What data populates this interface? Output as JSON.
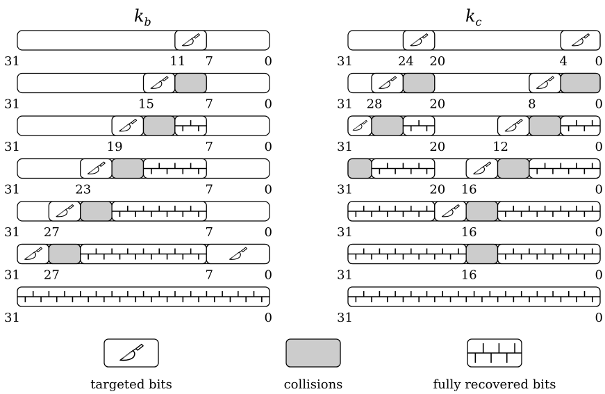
{
  "titles": {
    "left_main": "k",
    "left_sub": "b",
    "right_main": "k",
    "right_sub": "c"
  },
  "legend": {
    "targeted": "targeted bits",
    "collisions": "collisions",
    "recovered": "fully recovered bits"
  },
  "colors": {
    "collision_fill": "#cccccc",
    "stroke": "#000000",
    "background": "#ffffff"
  },
  "panels": [
    {
      "id": "kb",
      "rows": [
        {
          "blocks": [
            {
              "type": "targeted",
              "hi": 11,
              "lo": 7
            }
          ],
          "labels": [
            {
              "text": "31",
              "bit": 31
            },
            {
              "text": "11",
              "bit": 11
            },
            {
              "text": "7",
              "bit": 7
            },
            {
              "text": "0",
              "bit": 0
            }
          ]
        },
        {
          "blocks": [
            {
              "type": "targeted",
              "hi": 15,
              "lo": 11
            },
            {
              "type": "collision",
              "hi": 11,
              "lo": 7
            }
          ],
          "labels": [
            {
              "text": "31",
              "bit": 31
            },
            {
              "text": "15",
              "bit": 15
            },
            {
              "text": "7",
              "bit": 7
            },
            {
              "text": "0",
              "bit": 0
            }
          ]
        },
        {
          "blocks": [
            {
              "type": "targeted",
              "hi": 19,
              "lo": 15
            },
            {
              "type": "collision",
              "hi": 15,
              "lo": 11
            },
            {
              "type": "recovered",
              "hi": 11,
              "lo": 7
            }
          ],
          "labels": [
            {
              "text": "31",
              "bit": 31
            },
            {
              "text": "19",
              "bit": 19
            },
            {
              "text": "7",
              "bit": 7
            },
            {
              "text": "0",
              "bit": 0
            }
          ]
        },
        {
          "blocks": [
            {
              "type": "targeted",
              "hi": 23,
              "lo": 19
            },
            {
              "type": "collision",
              "hi": 19,
              "lo": 15
            },
            {
              "type": "recovered",
              "hi": 15,
              "lo": 7
            }
          ],
          "labels": [
            {
              "text": "31",
              "bit": 31
            },
            {
              "text": "23",
              "bit": 23
            },
            {
              "text": "7",
              "bit": 7
            },
            {
              "text": "0",
              "bit": 0
            }
          ]
        },
        {
          "blocks": [
            {
              "type": "targeted",
              "hi": 27,
              "lo": 23
            },
            {
              "type": "collision",
              "hi": 23,
              "lo": 19
            },
            {
              "type": "recovered",
              "hi": 19,
              "lo": 7
            }
          ],
          "labels": [
            {
              "text": "31",
              "bit": 31
            },
            {
              "text": "27",
              "bit": 27
            },
            {
              "text": "7",
              "bit": 7
            },
            {
              "text": "0",
              "bit": 0
            }
          ]
        },
        {
          "blocks": [
            {
              "type": "targeted",
              "hi": 31,
              "lo": 27
            },
            {
              "type": "collision",
              "hi": 27,
              "lo": 23
            },
            {
              "type": "recovered",
              "hi": 23,
              "lo": 7
            },
            {
              "type": "targeted",
              "hi": 7,
              "lo": 0
            }
          ],
          "labels": [
            {
              "text": "31",
              "bit": 31
            },
            {
              "text": "27",
              "bit": 27
            },
            {
              "text": "7",
              "bit": 7
            },
            {
              "text": "0",
              "bit": 0
            }
          ]
        },
        {
          "blocks": [
            {
              "type": "recovered",
              "hi": 31,
              "lo": 0
            }
          ],
          "labels": [
            {
              "text": "31",
              "bit": 31
            },
            {
              "text": "0",
              "bit": 0
            }
          ]
        }
      ]
    },
    {
      "id": "kc",
      "rows": [
        {
          "blocks": [
            {
              "type": "targeted",
              "hi": 24,
              "lo": 20
            },
            {
              "type": "targeted",
              "hi": 4,
              "lo": 0
            }
          ],
          "labels": [
            {
              "text": "31",
              "bit": 31
            },
            {
              "text": "24",
              "bit": 24
            },
            {
              "text": "20",
              "bit": 20
            },
            {
              "text": "4",
              "bit": 4
            },
            {
              "text": "0",
              "bit": 0
            }
          ]
        },
        {
          "blocks": [
            {
              "type": "targeted",
              "hi": 28,
              "lo": 24
            },
            {
              "type": "collision",
              "hi": 24,
              "lo": 20
            },
            {
              "type": "targeted",
              "hi": 8,
              "lo": 4
            },
            {
              "type": "collision",
              "hi": 4,
              "lo": 0
            }
          ],
          "labels": [
            {
              "text": "31",
              "bit": 31
            },
            {
              "text": "28",
              "bit": 28
            },
            {
              "text": "20",
              "bit": 20
            },
            {
              "text": "8",
              "bit": 8
            },
            {
              "text": "0",
              "bit": 0
            }
          ]
        },
        {
          "blocks": [
            {
              "type": "targeted",
              "hi": 31,
              "lo": 28
            },
            {
              "type": "collision",
              "hi": 28,
              "lo": 24
            },
            {
              "type": "recovered",
              "hi": 24,
              "lo": 20
            },
            {
              "type": "targeted",
              "hi": 12,
              "lo": 8
            },
            {
              "type": "collision",
              "hi": 8,
              "lo": 4
            },
            {
              "type": "recovered",
              "hi": 4,
              "lo": 0
            }
          ],
          "labels": [
            {
              "text": "31",
              "bit": 31
            },
            {
              "text": "20",
              "bit": 20
            },
            {
              "text": "12",
              "bit": 12
            },
            {
              "text": "0",
              "bit": 0
            }
          ]
        },
        {
          "blocks": [
            {
              "type": "collision",
              "hi": 31,
              "lo": 28
            },
            {
              "type": "recovered",
              "hi": 28,
              "lo": 20
            },
            {
              "type": "targeted",
              "hi": 16,
              "lo": 12
            },
            {
              "type": "collision",
              "hi": 12,
              "lo": 8
            },
            {
              "type": "recovered",
              "hi": 8,
              "lo": 0
            }
          ],
          "labels": [
            {
              "text": "31",
              "bit": 31
            },
            {
              "text": "20",
              "bit": 20
            },
            {
              "text": "16",
              "bit": 16
            },
            {
              "text": "0",
              "bit": 0
            }
          ]
        },
        {
          "blocks": [
            {
              "type": "recovered",
              "hi": 31,
              "lo": 20
            },
            {
              "type": "targeted",
              "hi": 20,
              "lo": 16
            },
            {
              "type": "collision",
              "hi": 16,
              "lo": 12
            },
            {
              "type": "recovered",
              "hi": 12,
              "lo": 0
            }
          ],
          "labels": [
            {
              "text": "31",
              "bit": 31
            },
            {
              "text": "16",
              "bit": 16
            },
            {
              "text": "0",
              "bit": 0
            }
          ]
        },
        {
          "blocks": [
            {
              "type": "recovered",
              "hi": 31,
              "lo": 16
            },
            {
              "type": "collision",
              "hi": 16,
              "lo": 12
            },
            {
              "type": "recovered",
              "hi": 12,
              "lo": 0
            }
          ],
          "labels": [
            {
              "text": "31",
              "bit": 31
            },
            {
              "text": "16",
              "bit": 16
            },
            {
              "text": "0",
              "bit": 0
            }
          ]
        },
        {
          "blocks": [
            {
              "type": "recovered",
              "hi": 31,
              "lo": 0
            }
          ],
          "labels": [
            {
              "text": "31",
              "bit": 31
            },
            {
              "text": "0",
              "bit": 0
            }
          ]
        }
      ]
    }
  ]
}
